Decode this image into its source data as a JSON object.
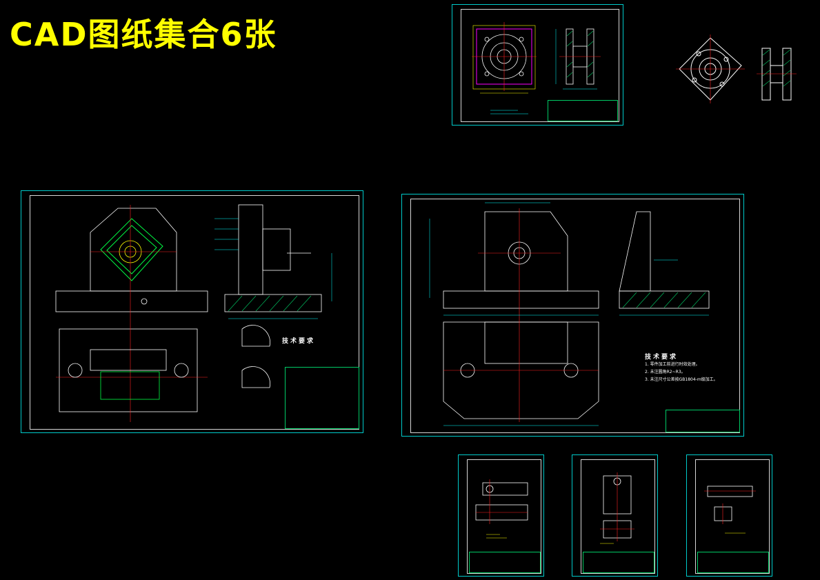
{
  "title": "CAD图纸集合6张",
  "colors": {
    "background": "#000000",
    "title": "#ffff00",
    "sheet_border": "#00cccc",
    "frame": "#d8d8d8",
    "geometry": "#ffffff",
    "centerline": "#ff2020",
    "dimension": "#00ffff",
    "hatch": "#00cc66",
    "part_outline": "#ff00ff",
    "highlight": "#ffff00"
  },
  "sheets": [
    {
      "name": "assembly-drawing",
      "tech_heading": "技术要求"
    },
    {
      "name": "fixture-body-drawing",
      "tech_heading": "技术要求",
      "tech_lines": [
        "1. 零件加工前进行时效处理。",
        "2. 未注圆角R2~R3。",
        "3. 未注尺寸公差按GB1804-m级加工。"
      ]
    },
    {
      "name": "flange-part-drawing"
    },
    {
      "name": "part-drawing-small-1"
    },
    {
      "name": "part-drawing-small-2"
    },
    {
      "name": "part-drawing-small-3"
    }
  ]
}
